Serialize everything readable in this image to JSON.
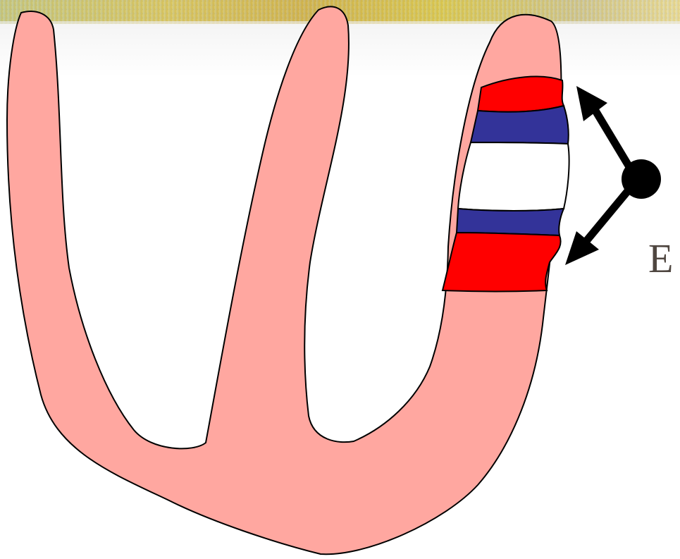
{
  "colors": {
    "tissue_fill": "#ffa7a0",
    "outline": "#000000",
    "band_red": "#ff0000",
    "band_blue": "#333399",
    "band_white": "#ffffff",
    "arrow": "#000000",
    "label_text": "#4f4640",
    "header_texture": "#d8c23a"
  },
  "band_order_top_to_bottom": [
    "red",
    "blue",
    "white",
    "blue",
    "red"
  ],
  "annotation": {
    "label_text": "E"
  }
}
